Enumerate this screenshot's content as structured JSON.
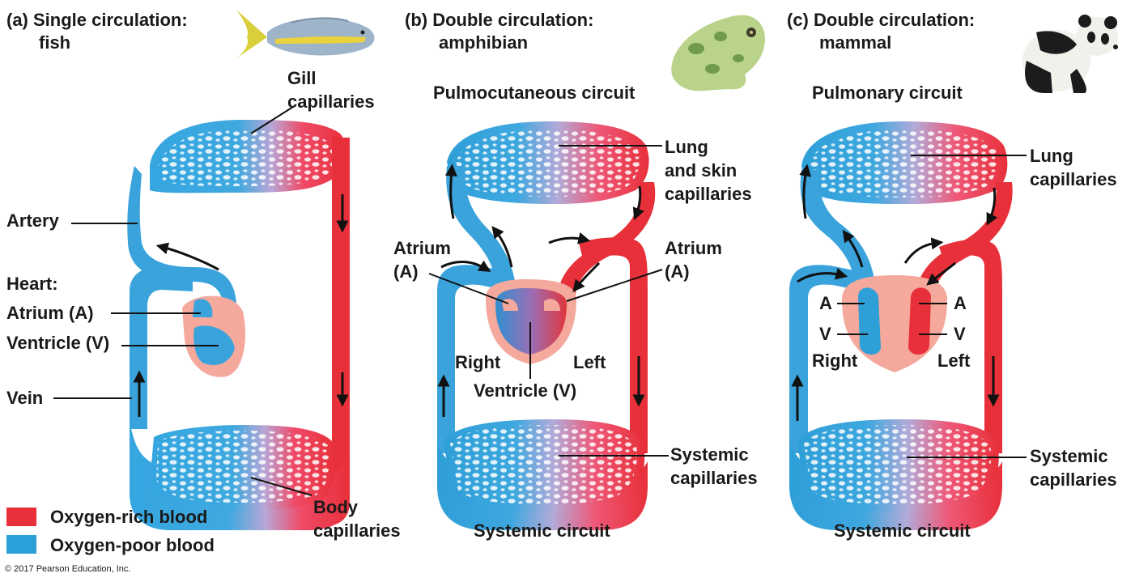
{
  "panels": {
    "a": {
      "title_line1": "(a) Single circulation:",
      "title_line2": "fish",
      "labels": {
        "gill": "Gill\ncapillaries",
        "artery": "Artery",
        "heart": "Heart:",
        "atrium": "Atrium (A)",
        "ventricle": "Ventricle (V)",
        "vein": "Vein",
        "body": "Body\ncapillaries"
      }
    },
    "b": {
      "title_line1": "(b) Double circulation:",
      "title_line2": "amphibian",
      "circuit_top": "Pulmocutaneous circuit",
      "circuit_bottom": "Systemic circuit",
      "labels": {
        "lung_skin": "Lung\nand skin\ncapillaries",
        "atrium_left": "Atrium\n(A)",
        "atrium_right": "Atrium\n(A)",
        "right": "Right",
        "left": "Left",
        "ventricle": "Ventricle (V)",
        "systemic": "Systemic\ncapillaries"
      }
    },
    "c": {
      "title_line1": "(c) Double circulation:",
      "title_line2": "mammal",
      "circuit_top": "Pulmonary circuit",
      "circuit_bottom": "Systemic circuit",
      "labels": {
        "lung": "Lung\ncapillaries",
        "a_left": "A",
        "a_right": "A",
        "v_left": "V",
        "v_right": "V",
        "right": "Right",
        "left": "Left",
        "systemic": "Systemic\ncapillaries"
      }
    }
  },
  "legend": {
    "rich_label": "Oxygen-rich blood",
    "poor_label": "Oxygen-poor blood",
    "rich_color": "#e8303a",
    "poor_color": "#2a9fd8"
  },
  "copyright": "© 2017 Pearson Education, Inc.",
  "icons": [
    "fish-icon",
    "frog-icon",
    "panda-icon"
  ]
}
